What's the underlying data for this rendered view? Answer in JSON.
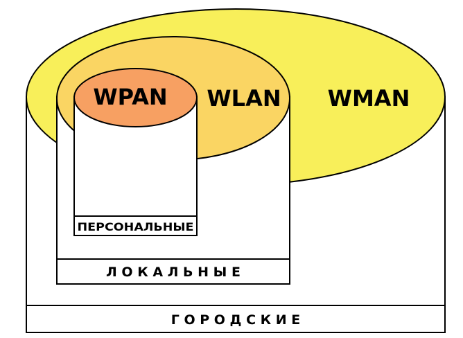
{
  "colors": {
    "wman_fill": "#F8EF5A",
    "wlan_fill": "#FAD563",
    "wpan_fill": "#F7A062",
    "stroke": "#000000",
    "background": "#FFFFFF"
  },
  "networks": {
    "wman": {
      "label": "WMAN",
      "scope_label": "Г О Р О Д С К И Е"
    },
    "wlan": {
      "label": "WLAN",
      "scope_label": "Л О К А Л Ь Н Ы Е"
    },
    "wpan": {
      "label": "WPAN",
      "scope_label": "ПЕРСОНАЛЬНЫЕ"
    }
  }
}
